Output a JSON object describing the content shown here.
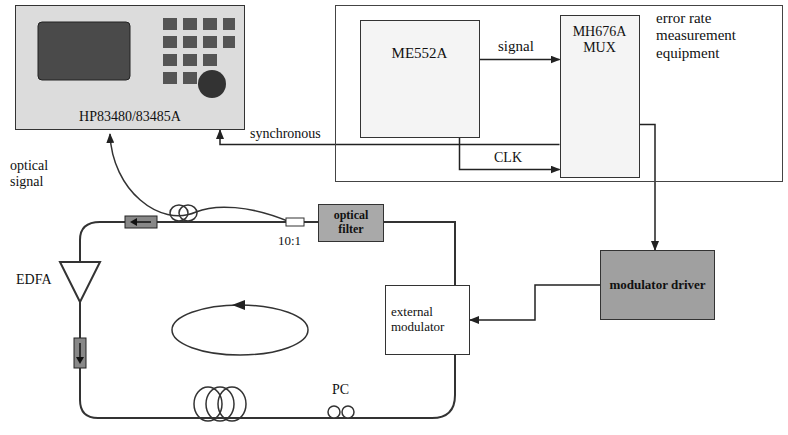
{
  "diagram": {
    "nodes": [
      {
        "text": [
          "HP83480/83485A"
        ]
      },
      {
        "text": [
          "error rate measurement equipment"
        ]
      },
      {
        "text": [
          "ME552A"
        ],
        "in": 1
      },
      {
        "text": [
          "MH676A MUX"
        ],
        "in": 1
      },
      {
        "text": [
          "optical filter"
        ]
      },
      {
        "text": [
          "modulator driver"
        ]
      },
      {
        "text": [
          "external modulator"
        ]
      }
    ],
    "edges": [
      {
        "from": 2,
        "to": 3,
        "label": "signal",
        "arrow": "to"
      },
      {
        "from": 2,
        "to": 3,
        "label": "CLK",
        "arrow": "to"
      },
      {
        "from": 3,
        "to": 0,
        "label": "synchronous",
        "arrow": "to"
      },
      {
        "from": 3,
        "to": 5,
        "arrow": "to"
      },
      {
        "from": 5,
        "to": 6,
        "arrow": "to"
      }
    ],
    "labels": [
      "optical signal",
      "10:1",
      "EDFA",
      "PC"
    ]
  }
}
